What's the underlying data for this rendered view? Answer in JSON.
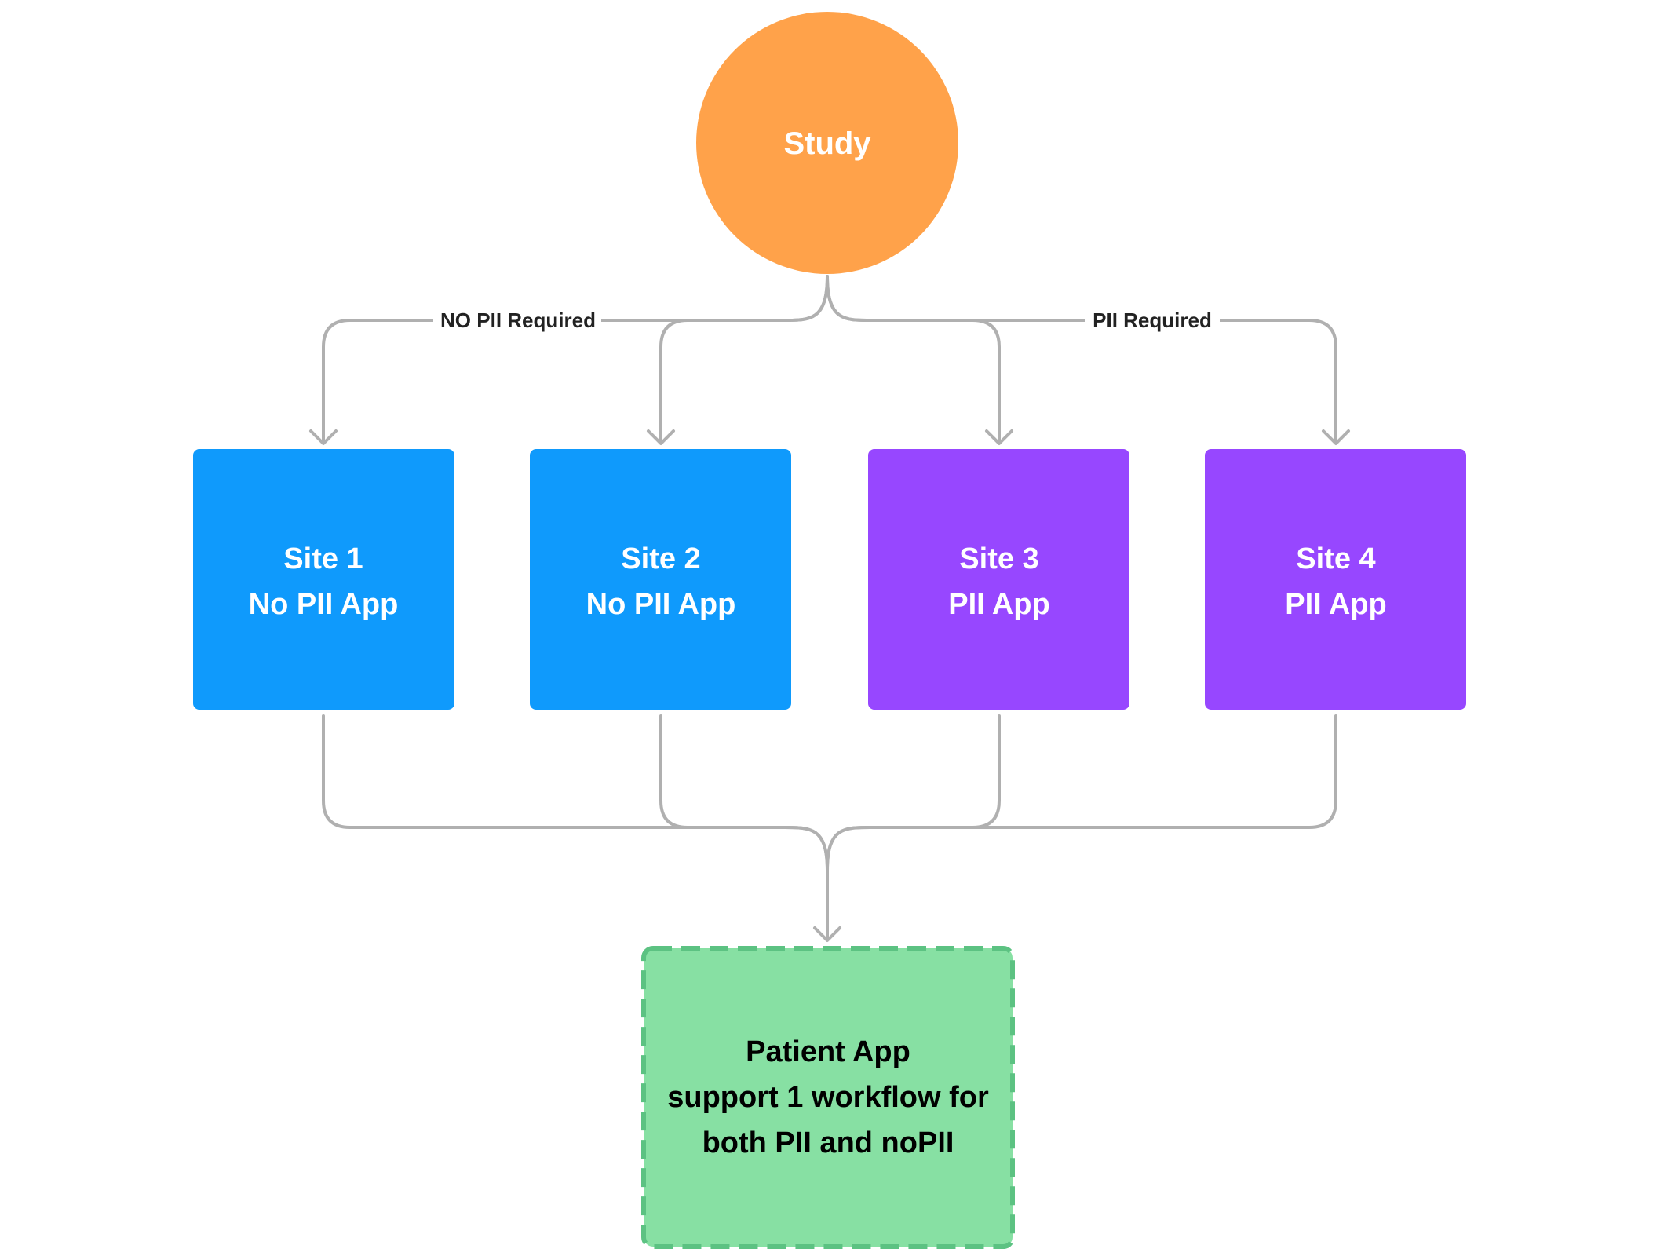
{
  "diagram": {
    "study": {
      "label": "Study"
    },
    "sites": [
      {
        "line1": "Site 1",
        "line2": "No PII App"
      },
      {
        "line1": "Site 2",
        "line2": "No PII App"
      },
      {
        "line1": "Site 3",
        "line2": "PII App"
      },
      {
        "line1": "Site 4",
        "line2": "PII App"
      }
    ],
    "edge_labels": {
      "no_pii": "NO PII Required",
      "pii": "PII Required"
    },
    "patient_app": {
      "line1": "Patient App",
      "line2": "support 1 workflow for",
      "line3": "both PII and noPII"
    }
  },
  "colors": {
    "study": "#FFA24A",
    "no_pii_site": "#0F9AFC",
    "pii_site": "#9747FF",
    "patient_app_fill": "#87E0A3",
    "patient_app_border": "#5CC282",
    "connector": "#B0B0B0",
    "node_text": "#FFFFFF",
    "patient_text": "#000000"
  }
}
